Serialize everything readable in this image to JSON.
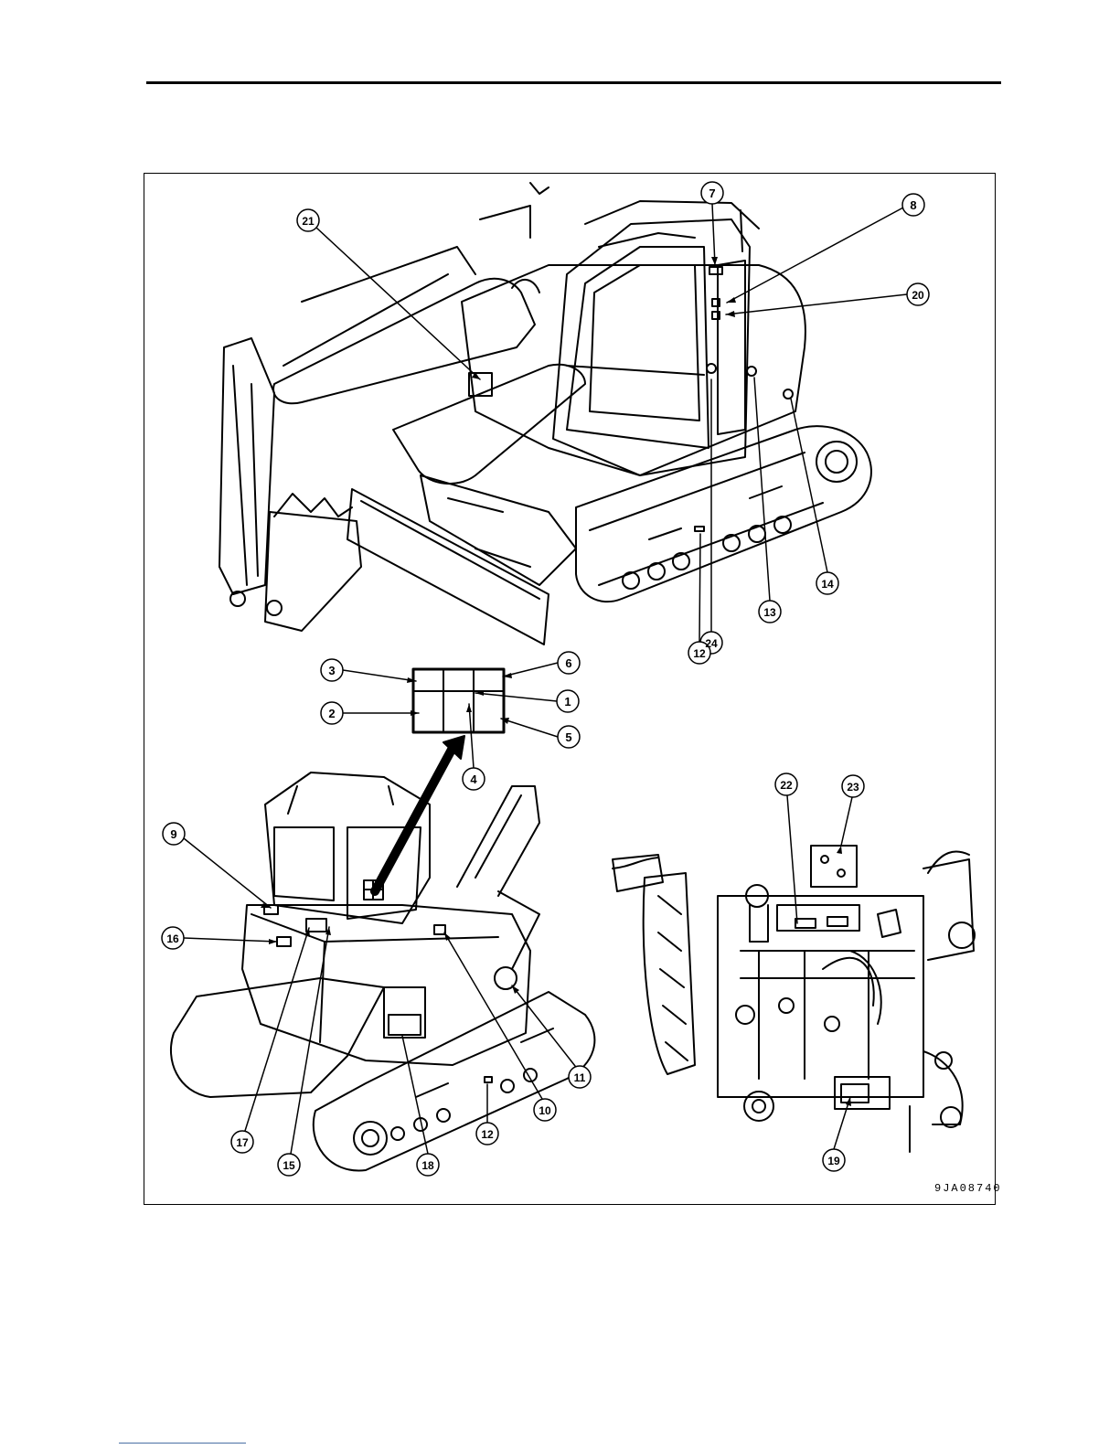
{
  "figure": {
    "code": "9JA08740",
    "callouts": [
      "1",
      "2",
      "3",
      "4",
      "5",
      "6",
      "7",
      "8",
      "9",
      "10",
      "11",
      "12",
      "13",
      "14",
      "15",
      "16",
      "17",
      "18",
      "19",
      "20",
      "21",
      "22",
      "23",
      "24"
    ]
  }
}
